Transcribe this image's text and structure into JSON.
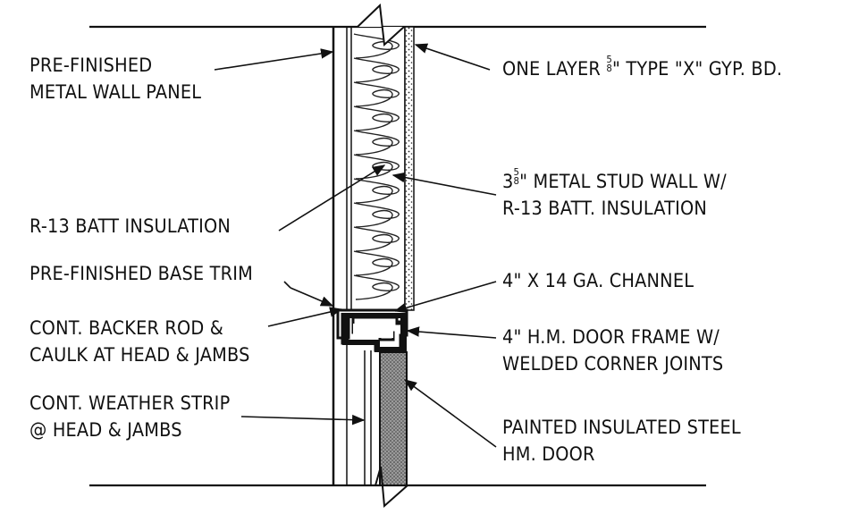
{
  "labels": {
    "metal_panel": [
      "PRE-FINISHED",
      "METAL WALL PANEL"
    ],
    "gyp_bd": {
      "prefix": "ONE LAYER ",
      "frac_num": "5",
      "frac_den": "8",
      "suffix": "\" TYPE \"X\" GYP. BD."
    },
    "batt": "R-13 BATT INSULATION",
    "stud_wall": {
      "whole": "3",
      "frac_num": "5",
      "frac_den": "8",
      "line1_suffix": "\" METAL STUD WALL W/",
      "line2": "R-13 BATT. INSULATION"
    },
    "base_trim": "PRE-FINISHED BASE TRIM",
    "channel": "4\" X 14 GA. CHANNEL",
    "backer_rod": [
      "CONT. BACKER ROD &",
      "CAULK AT HEAD & JAMBS"
    ],
    "door_frame": [
      "4\" H.M. DOOR FRAME W/",
      "WELDED CORNER JOINTS"
    ],
    "weather_strip": [
      "CONT. WEATHER STRIP",
      "@ HEAD & JAMBS"
    ],
    "door": [
      "PAINTED INSULATED STEEL",
      "HM. DOOR"
    ]
  },
  "colors": {
    "ink": "#111111",
    "background": "#ffffff",
    "door_fill": "#8a8a8a"
  }
}
